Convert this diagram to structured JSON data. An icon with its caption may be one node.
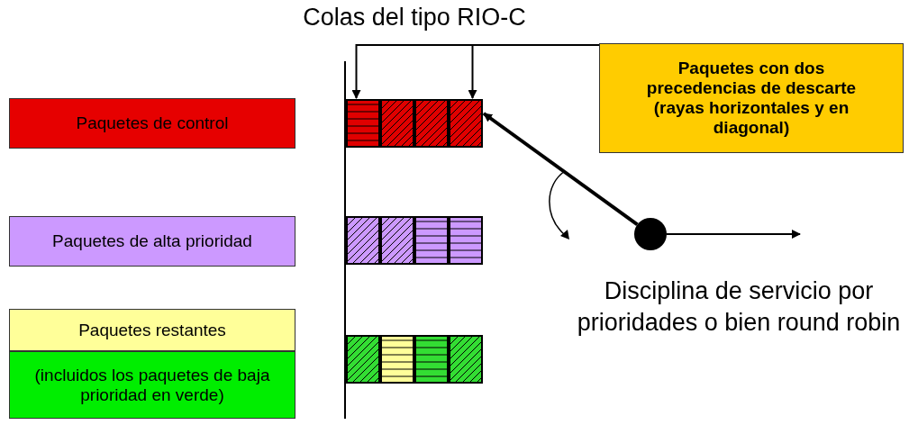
{
  "diagram": {
    "title": "Colas del tipo RIO-C",
    "nodes": [
      {
        "text": [
          "Paquetes de control"
        ]
      },
      {
        "text": [
          "Paquetes de alta prioridad"
        ]
      },
      {
        "text": [
          "Paquetes restantes"
        ]
      },
      {
        "text": [
          "(incluidos los paquetes de baja prioridad en verde)"
        ]
      },
      {
        "text": [],
        "shape": "box"
      },
      {
        "text": [],
        "shape": "box"
      },
      {
        "text": [],
        "shape": "box"
      },
      {
        "text": [],
        "shape": "box"
      },
      {
        "text": [],
        "shape": "box"
      },
      {
        "text": [],
        "shape": "box"
      },
      {
        "text": [],
        "shape": "box"
      },
      {
        "text": [],
        "shape": "box"
      },
      {
        "text": [],
        "shape": "box"
      },
      {
        "text": [],
        "shape": "box"
      },
      {
        "text": [],
        "shape": "box"
      },
      {
        "text": [],
        "shape": "box"
      },
      {
        "text": [
          "Paquetes con dos precedencias de descarte (rayas horizontales y en diagonal)"
        ]
      },
      {
        "text": [],
        "shape": "circle"
      }
    ],
    "edges": [
      {
        "from": 16,
        "to": 4,
        "arrow": "to"
      },
      {
        "from": 16,
        "to": 7,
        "arrow": "to"
      },
      {
        "from": 17,
        "to": 7,
        "arrow": "to",
        "style": "thick"
      },
      {
        "from": 17,
        "to": null,
        "arrow": "to"
      }
    ],
    "labels": [
      "Disciplina de servicio por prioridades o bien round robin"
    ]
  }
}
